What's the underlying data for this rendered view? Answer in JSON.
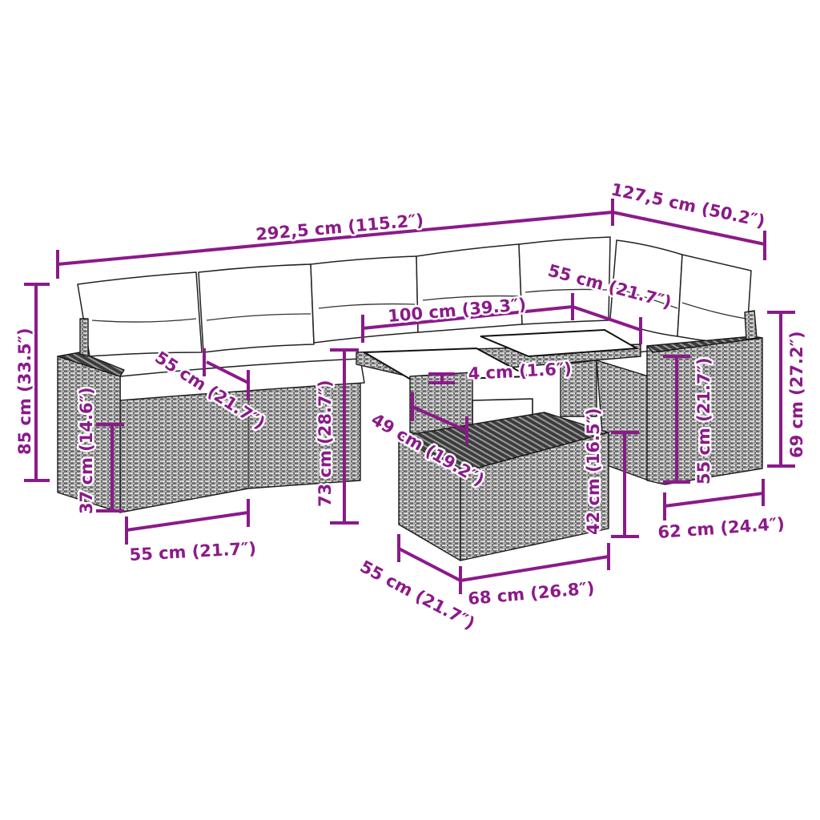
{
  "diagram": {
    "subject": "Modular rattan garden sofa set with table",
    "accent_color": "#8b1a89",
    "line_color": "#1a1a1a"
  },
  "dimensions": {
    "total_length": "292,5 cm (115.2″)",
    "corner_length": "127,5 cm (50.2″)",
    "total_height": "85 cm (33.5″)",
    "armrest_height": "37 cm (14.6″)",
    "seat_depth": "55 cm (21.7″)",
    "module_width": "55 cm (21.7″)",
    "table_height": "73 cm (28.7″)",
    "table_length": "100 cm (39.3″)",
    "corner_depth": "55 cm (21.7″)",
    "tabletop_thickness": "4 cm (1.6″)",
    "table_width": "49 cm (19.2″)",
    "footstool_height": "42 cm (16.5″)",
    "footstool_depth": "55 cm (21.7″)",
    "footstool_width": "68 cm (26.8″)",
    "side_module_height": "55 cm (21.7″)",
    "backrest_height": "69 cm (27.2″)",
    "side_module_width": "62 cm (24.4″)"
  }
}
